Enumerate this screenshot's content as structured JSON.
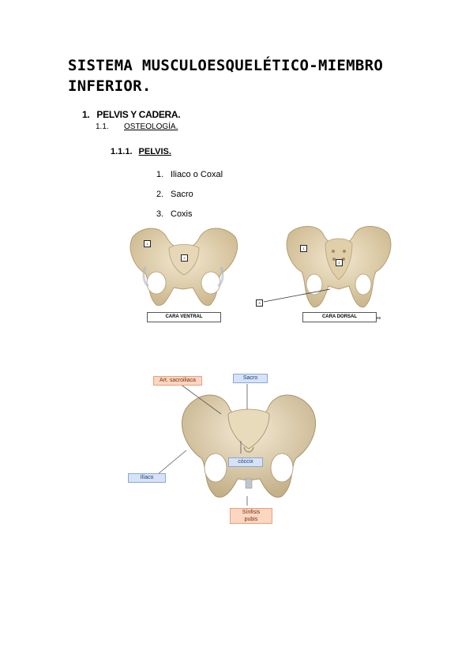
{
  "title": "SISTEMA MUSCULOESQUELÉTICO-MIEMBRO INFERIOR.",
  "section": {
    "number": "1.",
    "label": "PELVIS Y CADERA."
  },
  "subsection": {
    "number": "1.1.",
    "label": "OSTEOLOGÍA."
  },
  "subsubsection": {
    "number": "1.1.1.",
    "label": "PELVIS."
  },
  "list": [
    {
      "n": "1.",
      "text": "Iliaco o Coxal"
    },
    {
      "n": "2.",
      "text": "Sacro"
    },
    {
      "n": "3.",
      "text": "Coxis"
    }
  ],
  "figure1": {
    "ventral_caption": "CARA VENTRAL",
    "dorsal_caption": "CARA DORSAL",
    "dorsal_suffix": "es",
    "ventral_markers": [
      "1",
      "2"
    ],
    "dorsal_markers": [
      "1",
      "2",
      "3"
    ]
  },
  "figure2": {
    "labels": {
      "sacroiliaca": "Art. sacroiliaca",
      "sacro": "Sacro",
      "coccix": "cóccix",
      "iliaco": "Ilíaco",
      "sinfisis_line1": "Sínfisis",
      "sinfisis_line2": "pubis"
    }
  },
  "colors": {
    "bone": "#e8dcc0",
    "bone_shadow": "#c9b690",
    "tag_blue": "#d6e3f7",
    "tag_orange": "#fbd6c1"
  }
}
